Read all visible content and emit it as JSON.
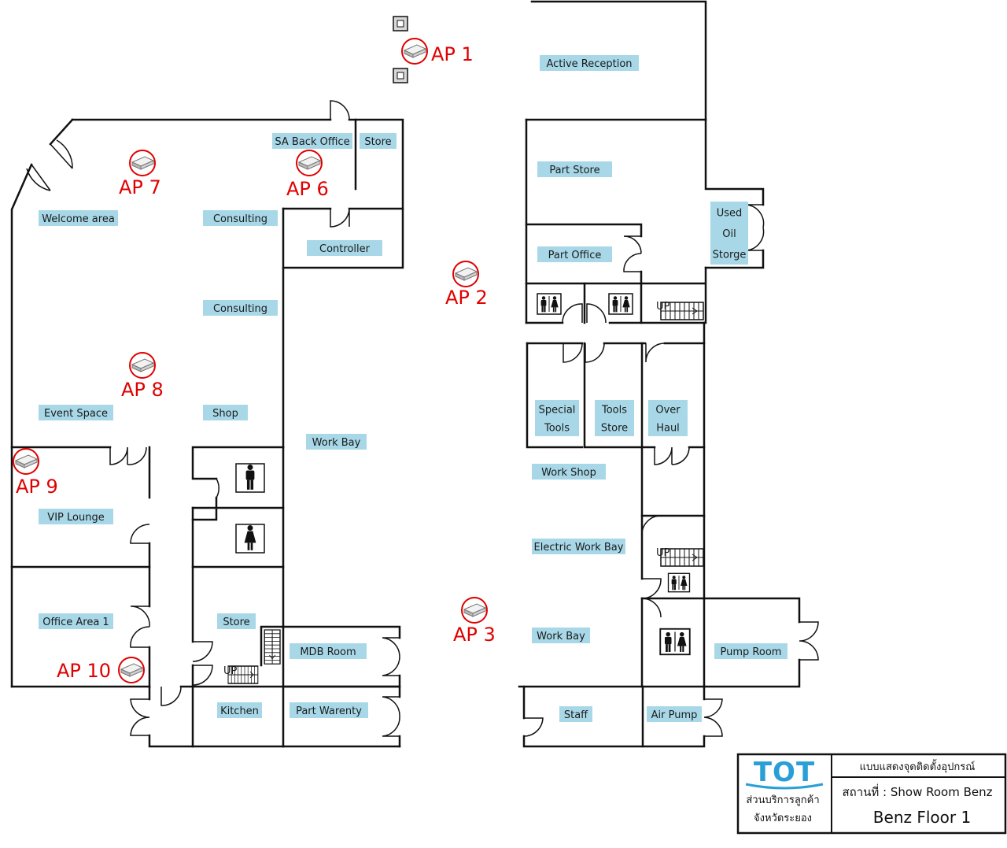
{
  "colors": {
    "wall": "#111111",
    "label_bg": "#a8d8e8",
    "ap": "#e00000",
    "logo": "#2a9fd6"
  },
  "rooms": [
    {
      "name": "Active Reception"
    },
    {
      "name": "SA Back Office"
    },
    {
      "name": "Store"
    },
    {
      "name": "Part Store"
    },
    {
      "name": "Welcome area"
    },
    {
      "name": "Consulting"
    },
    {
      "name": "Controller"
    },
    {
      "name": "Part Office"
    },
    {
      "name": "Consulting"
    },
    {
      "name": "Event Space"
    },
    {
      "name": "Shop"
    },
    {
      "name": "Work Bay"
    },
    {
      "name": "Work Shop"
    },
    {
      "name": "VIP Lounge"
    },
    {
      "name": "Electric Work Bay"
    },
    {
      "name": "Office Area 1"
    },
    {
      "name": "Store"
    },
    {
      "name": "MDB Room"
    },
    {
      "name": "Work Bay"
    },
    {
      "name": "Pump Room"
    },
    {
      "name": "Kitchen"
    },
    {
      "name": "Part Warenty"
    },
    {
      "name": "Staff"
    },
    {
      "name": "Air Pump"
    }
  ],
  "multi_rooms": [
    {
      "lines": [
        "Used",
        "Oil",
        "Storge"
      ]
    },
    {
      "lines": [
        "Special",
        "Tools"
      ]
    },
    {
      "lines": [
        "Tools",
        "Store"
      ]
    },
    {
      "lines": [
        "Over",
        "Haul"
      ]
    }
  ],
  "access_points": [
    {
      "label": "AP 1"
    },
    {
      "label": "AP 7"
    },
    {
      "label": "AP 6"
    },
    {
      "label": "AP 2"
    },
    {
      "label": "AP 8"
    },
    {
      "label": "AP 9"
    },
    {
      "label": "AP 3"
    },
    {
      "label": "AP 10"
    }
  ],
  "stairs_label": "UP",
  "title_block": {
    "logo_text": "TOT",
    "org_line1": "ส่วนบริการลูกค้า",
    "org_line2": "จังหวัดระยอง",
    "heading": "แบบแสดงจุดติดตั้งอุปกรณ์",
    "location": "สถานที่ : Show Room Benz",
    "floor": "Benz  Floor 1"
  }
}
